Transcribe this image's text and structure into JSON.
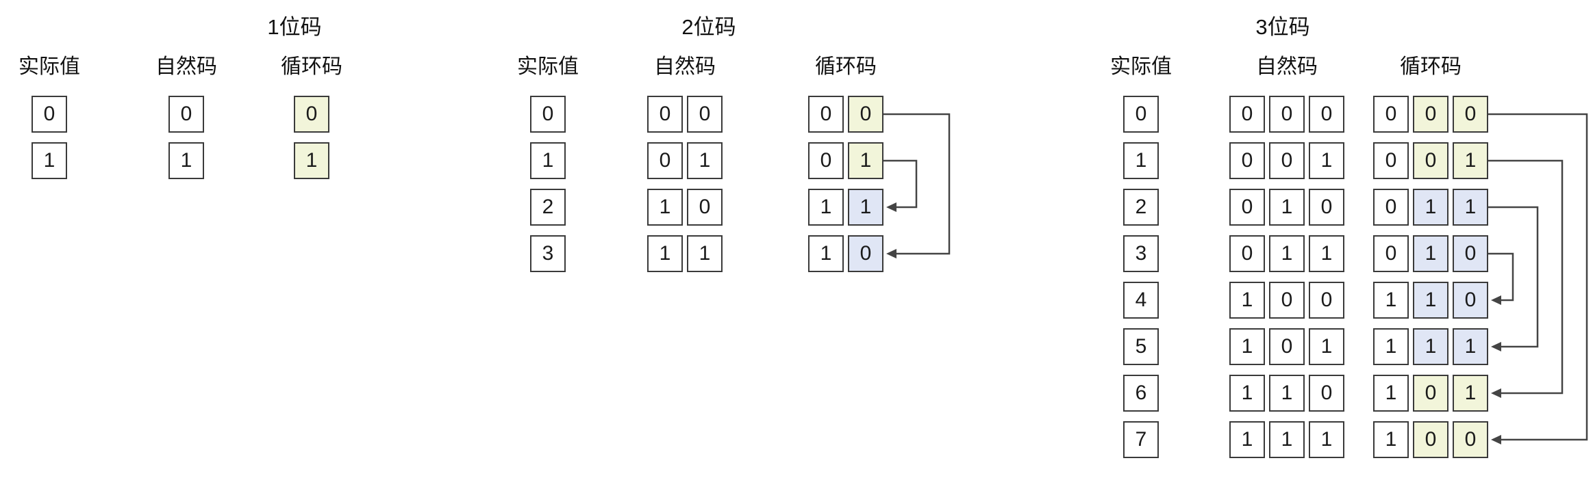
{
  "palette": {
    "w": "#ffffff",
    "y": "#f2f5da",
    "b": "#e0e6f5",
    "border": "#3a3a3a",
    "arrow": "#444444"
  },
  "sections": [
    {
      "title": "1位码",
      "tables": [
        {
          "header": "实际值",
          "rows": [
            [
              "0"
            ],
            [
              "1"
            ]
          ]
        },
        {
          "header": "自然码",
          "rows": [
            [
              "0"
            ],
            [
              "1"
            ]
          ]
        },
        {
          "header": "循环码",
          "rows": [
            [
              "0"
            ],
            [
              "1"
            ]
          ],
          "colors": [
            [
              "y"
            ],
            [
              "y"
            ]
          ]
        }
      ]
    },
    {
      "title": "2位码",
      "tables": [
        {
          "header": "实际值",
          "rows": [
            [
              "0"
            ],
            [
              "1"
            ],
            [
              "2"
            ],
            [
              "3"
            ]
          ]
        },
        {
          "header": "自然码",
          "rows": [
            [
              "0",
              "0"
            ],
            [
              "0",
              "1"
            ],
            [
              "1",
              "0"
            ],
            [
              "1",
              "1"
            ]
          ]
        },
        {
          "header": "循环码",
          "rows": [
            [
              "0",
              "0"
            ],
            [
              "0",
              "1"
            ],
            [
              "1",
              "1"
            ],
            [
              "1",
              "0"
            ]
          ],
          "colors": [
            [
              "w",
              "y"
            ],
            [
              "w",
              "y"
            ],
            [
              "w",
              "b"
            ],
            [
              "w",
              "b"
            ]
          ]
        }
      ],
      "arrows": [
        {
          "from": 1,
          "to": 2
        },
        {
          "from": 0,
          "to": 3
        }
      ]
    },
    {
      "title": "3位码",
      "tables": [
        {
          "header": "实际值",
          "rows": [
            [
              "0"
            ],
            [
              "1"
            ],
            [
              "2"
            ],
            [
              "3"
            ],
            [
              "4"
            ],
            [
              "5"
            ],
            [
              "6"
            ],
            [
              "7"
            ]
          ]
        },
        {
          "header": "自然码",
          "rows": [
            [
              "0",
              "0",
              "0"
            ],
            [
              "0",
              "0",
              "1"
            ],
            [
              "0",
              "1",
              "0"
            ],
            [
              "0",
              "1",
              "1"
            ],
            [
              "1",
              "0",
              "0"
            ],
            [
              "1",
              "0",
              "1"
            ],
            [
              "1",
              "1",
              "0"
            ],
            [
              "1",
              "1",
              "1"
            ]
          ]
        },
        {
          "header": "循环码",
          "rows": [
            [
              "0",
              "0",
              "0"
            ],
            [
              "0",
              "0",
              "1"
            ],
            [
              "0",
              "1",
              "1"
            ],
            [
              "0",
              "1",
              "0"
            ],
            [
              "1",
              "1",
              "0"
            ],
            [
              "1",
              "1",
              "1"
            ],
            [
              "1",
              "0",
              "1"
            ],
            [
              "1",
              "0",
              "0"
            ]
          ],
          "colors": [
            [
              "w",
              "y",
              "y"
            ],
            [
              "w",
              "y",
              "y"
            ],
            [
              "w",
              "b",
              "b"
            ],
            [
              "w",
              "b",
              "b"
            ],
            [
              "w",
              "b",
              "b"
            ],
            [
              "w",
              "b",
              "b"
            ],
            [
              "w",
              "y",
              "y"
            ],
            [
              "w",
              "y",
              "y"
            ]
          ]
        }
      ],
      "arrows": [
        {
          "from": 3,
          "to": 4
        },
        {
          "from": 2,
          "to": 5
        },
        {
          "from": 1,
          "to": 6
        },
        {
          "from": 0,
          "to": 7
        }
      ]
    }
  ]
}
